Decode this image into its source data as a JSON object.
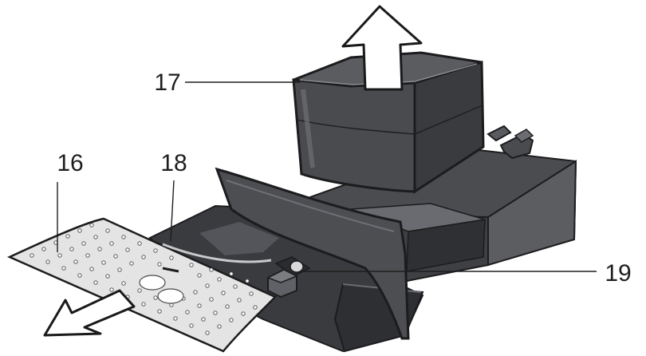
{
  "callouts": [
    {
      "id": "17",
      "label": "17"
    },
    {
      "id": "16",
      "label": "16"
    },
    {
      "id": "18",
      "label": "18"
    },
    {
      "id": "19",
      "label": "19"
    }
  ],
  "colors": {
    "body_dark": "#3d3e42",
    "body_mid": "#56575b",
    "body_light": "#7a7b80",
    "edge": "#1c1c1e",
    "grate": "#e3e3e3",
    "arrow_fill": "#ffffff",
    "arrow_stroke": "#1a1a1a"
  }
}
